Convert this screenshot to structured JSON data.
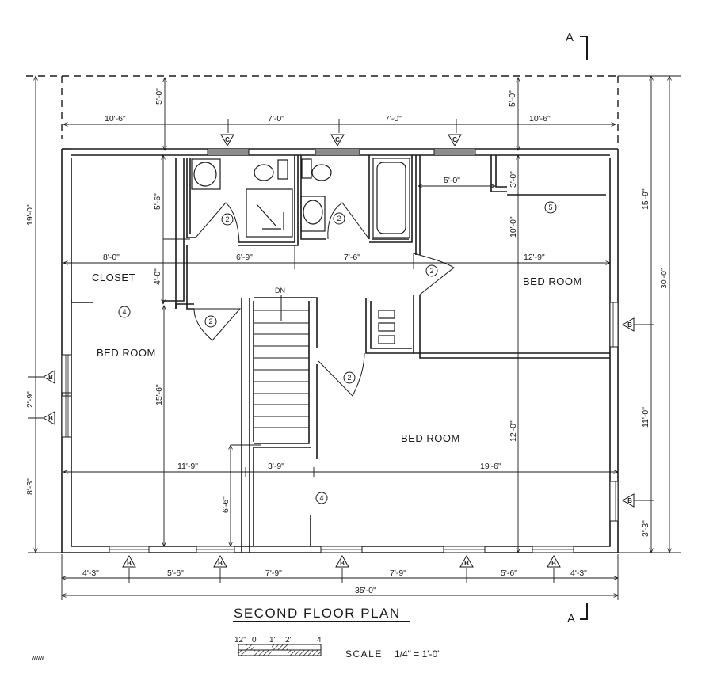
{
  "drawing": {
    "title": "SECOND FLOOR PLAN",
    "scale_label": "SCALE",
    "scale_value": "1/4\" = 1'-0\"",
    "scale_bar_ticks": [
      "12\"",
      "0",
      "1'",
      "2'",
      "4'"
    ],
    "section_marker": "A",
    "watermark": "www",
    "colors": {
      "ink": "#1a1a1a",
      "paper": "#ffffff"
    }
  },
  "rooms": [
    {
      "id": "closet",
      "label": "CLOSET"
    },
    {
      "id": "bedroom-west",
      "label": "BED ROOM"
    },
    {
      "id": "bedroom-northeast",
      "label": "BED ROOM"
    },
    {
      "id": "bedroom-southeast",
      "label": "BED ROOM"
    }
  ],
  "stair": {
    "label": "DN"
  },
  "door_tags": [
    "2",
    "2",
    "2",
    "2",
    "2",
    "4",
    "4",
    "5"
  ],
  "window_tags": {
    "north": "C",
    "sides": "B"
  },
  "dimensions": {
    "top": [
      "10'-6\"",
      "7'-0\"",
      "7'-0\"",
      "10'-6\""
    ],
    "overhang_left": "5'-0\"",
    "overhang_right": "5'-0\"",
    "bottom": [
      "4'-3\"",
      "5'-6\"",
      "7'-9\"",
      "7'-9\"",
      "5'-6\"",
      "4'-3\""
    ],
    "bottom_total": "35'-0\"",
    "left": [
      "19'-0\"",
      "2'-9\"",
      "8'-3\""
    ],
    "right_inner": [
      "15'-9\"",
      "11'-0\"",
      "3'-3\""
    ],
    "right_total": "30'-0\"",
    "interior": {
      "closet_height_upper": "5'-6\"",
      "closet_height_lower": "4'-0\"",
      "closet_width": "8'-0\"",
      "hall_a": "6'-9\"",
      "hall_b": "7'-6\"",
      "ne_closet_width": "5'-0\"",
      "ne_closet_depth": "3'-0\"",
      "ne_bed_depth": "10'-0\"",
      "ne_bed_width": "12'-9\"",
      "west_bed_depth": "15'-6\"",
      "west_bed_width": "11'-9\"",
      "stair_closet_width": "3'-9\"",
      "stair_closet_depth": "6'-6\"",
      "se_bed_depth": "12'-0\"",
      "se_bed_width": "19'-6\""
    }
  }
}
